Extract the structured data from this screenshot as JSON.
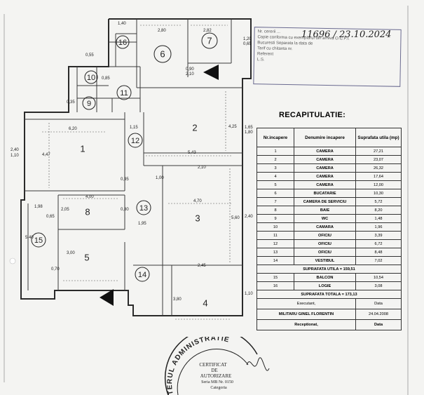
{
  "stamp": {
    "handwritten": "11696 / 23.10.2024",
    "lines": [
      "Nr. cererii ...",
      "Copie conforma cu exemplarul din arhiva O.C.P.I.",
      "Bucuresti  Separata la data de",
      "Tarif  cu chitanta nr.",
      "Referent",
      "L.S."
    ]
  },
  "recap": {
    "title": "RECAPITULATIE:",
    "headers": [
      "Nr.incapere",
      "Denumire incapere",
      "Suprafata utila (mp)"
    ],
    "rows": [
      {
        "nr": "1",
        "name": "CAMERA",
        "area": "27,21"
      },
      {
        "nr": "2",
        "name": "CAMERA",
        "area": "23,07"
      },
      {
        "nr": "3",
        "name": "CAMERA",
        "area": "26,32"
      },
      {
        "nr": "4",
        "name": "CAMERA",
        "area": "17,64"
      },
      {
        "nr": "5",
        "name": "CAMERA",
        "area": "12,00"
      },
      {
        "nr": "6",
        "name": "BUCATARIE",
        "area": "10,30"
      },
      {
        "nr": "7",
        "name": "CAMERA DE SERVICIU",
        "area": "5,72"
      },
      {
        "nr": "8",
        "name": "BAIE",
        "area": "8,20"
      },
      {
        "nr": "9",
        "name": "WC",
        "area": "1,48"
      },
      {
        "nr": "10",
        "name": "CAMARA",
        "area": "1,96"
      },
      {
        "nr": "11",
        "name": "OFICIU",
        "area": "3,39"
      },
      {
        "nr": "12",
        "name": "OFICIU",
        "area": "6,72"
      },
      {
        "nr": "13",
        "name": "OFICIU",
        "area": "8,48"
      },
      {
        "nr": "14",
        "name": "VESTIBUL",
        "area": "7,02"
      }
    ],
    "useful_total": "SUPRAFATA UTILA = 159,51",
    "extra_rows": [
      {
        "nr": "15",
        "name": "BALCON",
        "area": "10,54"
      },
      {
        "nr": "16",
        "name": "LOGIE",
        "area": "3,08"
      }
    ],
    "grand_total": "SUPRAFATA TOTALA = 173,13",
    "executed_label": "Executant,",
    "date_label": "Data",
    "executor": "MILITARU GINEL FLORENTIN",
    "exec_date": "24.04.2008",
    "received_label": "Receptionat,",
    "received_date_label": "Data"
  },
  "plan": {
    "rooms": [
      "1",
      "2",
      "3",
      "4",
      "5",
      "6",
      "7",
      "8",
      "9",
      "10",
      "11",
      "12",
      "13",
      "14",
      "15",
      "16"
    ],
    "dims": [
      "6,20",
      "4,47",
      "2,40",
      "1,10",
      "2,80",
      "2,82",
      "1,40",
      "1,20",
      "0,65",
      "0,90",
      "2,10",
      "0,55",
      "0,85",
      "0,35",
      "1,15",
      "1,65",
      "1,80",
      "5,43",
      "4,25",
      "2,40",
      "2,10",
      "0,95",
      "1,00",
      "4,70",
      "5,60",
      "4,00",
      "2,05",
      "1,95",
      "0,80",
      "0,65",
      "5,40",
      "3,00",
      "0,70",
      "1,98",
      "3,80",
      "1,10",
      "2,45"
    ]
  },
  "seal": {
    "arc_text": "TERUL ADMINISTRATIE",
    "lines": [
      "CERTIFICAT",
      "DE",
      "AUTORIZARE",
      "Seria MB Nr. 0150",
      "Categoria"
    ]
  }
}
